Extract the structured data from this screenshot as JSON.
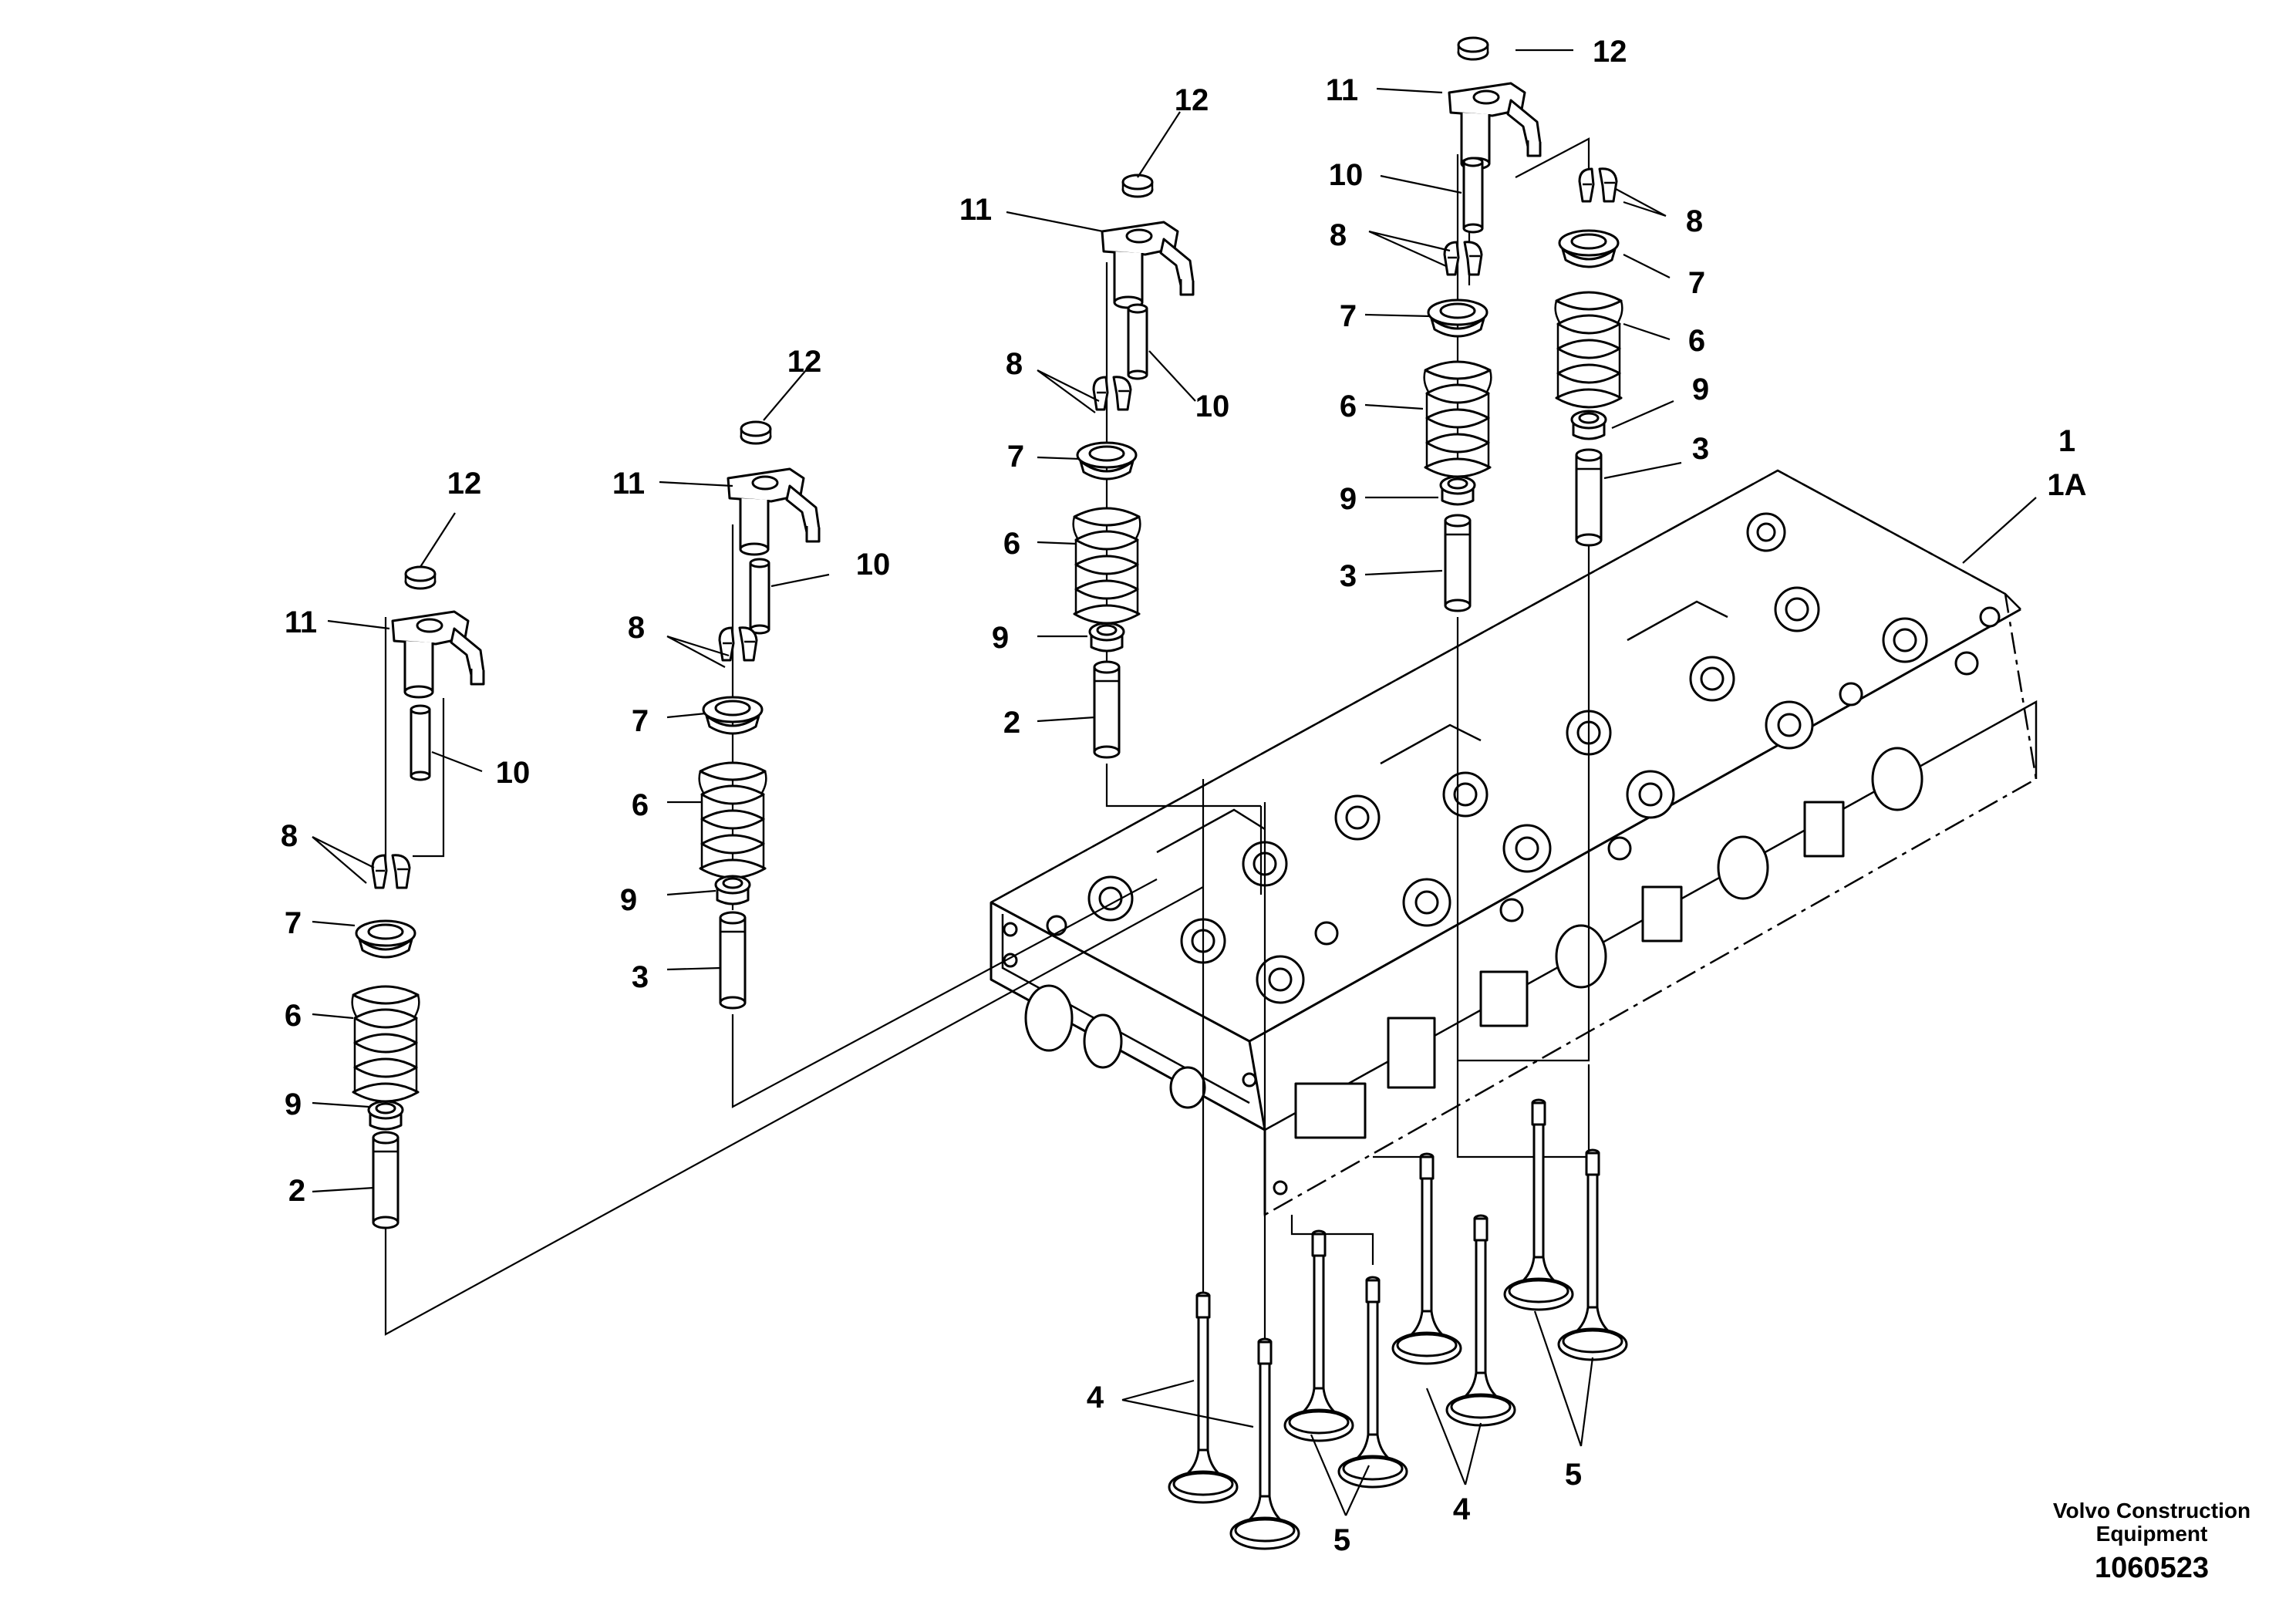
{
  "labels": {
    "l1": "1",
    "l1a": "1A",
    "l2": "2",
    "l3": "3",
    "l4": "4",
    "l5": "5",
    "l6": "6",
    "l7": "7",
    "l8": "8",
    "l9": "9",
    "l10": "10",
    "l11": "11",
    "l12": "12"
  },
  "footer": {
    "maker_line1": "Volvo Construction",
    "maker_line2": "Equipment",
    "code": "1060523"
  },
  "colors": {
    "ink": "#000000",
    "paper": "#ffffff"
  }
}
